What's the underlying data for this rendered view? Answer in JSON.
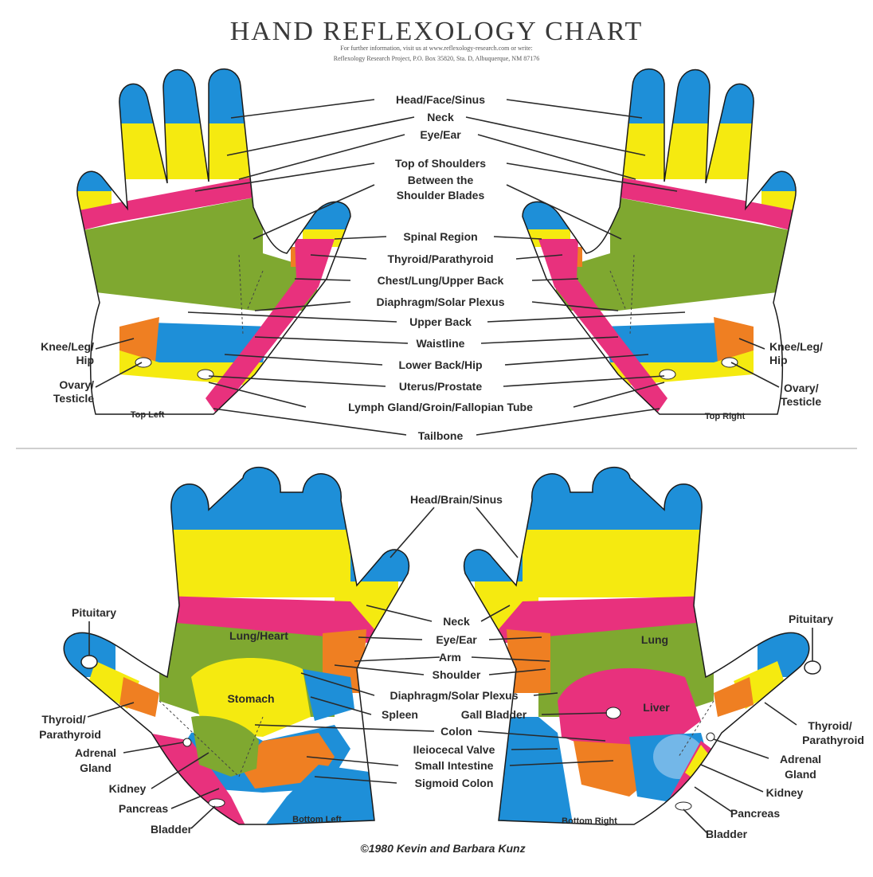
{
  "title": "Hand Reflexology Chart",
  "subtitle_line1": "For further information, visit us at www.reflexology-research.com or write:",
  "subtitle_line2": "Reflexology Research Project, P.O. Box 35820, Sta. D, Albuquerque, NM 87176",
  "colors": {
    "blue": "#1e8fd8",
    "yellow": "#f5ea10",
    "pink": "#e8317d",
    "green": "#7fa830",
    "orange": "#ef7f22",
    "light_blue": "#73b7e8",
    "white": "#ffffff",
    "line": "#2a2a2a"
  },
  "top": {
    "center_labels": [
      "Head/Face/Sinus",
      "Neck",
      "Eye/Ear",
      "Top of Shoulders",
      "Between the",
      "Shoulder Blades",
      "Spinal Region",
      "Thyroid/Parathyroid",
      "Chest/Lung/Upper Back",
      "Diaphragm/Solar Plexus",
      "Upper Back",
      "Waistline",
      "Lower Back/Hip",
      "Uterus/Prostate",
      "Lymph Gland/Groin/Fallopian Tube",
      "Tailbone"
    ],
    "left_side_labels": [
      "Knee/Leg/",
      "Hip",
      "Ovary/",
      "Testicle"
    ],
    "right_side_labels": [
      "Knee/Leg/",
      "Hip",
      "Ovary/",
      "Testicle"
    ],
    "caption_left": "Top Left",
    "caption_right": "Top Right"
  },
  "bottom": {
    "center_labels": [
      "Head/Brain/Sinus",
      "Neck",
      "Eye/Ear",
      "Arm",
      "Shoulder",
      "Diaphragm/Solar Plexus",
      "Spleen",
      "Gall Bladder",
      "Colon",
      "Ileiocecal Valve",
      "Small Intestine",
      "Sigmoid Colon"
    ],
    "left_labels": [
      "Pituitary",
      "Thyroid/",
      "Parathyroid",
      "Adrenal",
      "Gland",
      "Kidney",
      "Pancreas",
      "Bladder"
    ],
    "right_labels": [
      "Pituitary",
      "Thyroid/",
      "Parathyroid",
      "Adrenal",
      "Gland",
      "Kidney",
      "Pancreas",
      "Bladder"
    ],
    "inner_left": [
      "Lung/Heart",
      "Stomach"
    ],
    "inner_right": [
      "Lung",
      "Liver"
    ],
    "caption_left": "Bottom Left",
    "caption_right": "Bottom Right"
  },
  "copyright": "©1980 Kevin and Barbara Kunz"
}
